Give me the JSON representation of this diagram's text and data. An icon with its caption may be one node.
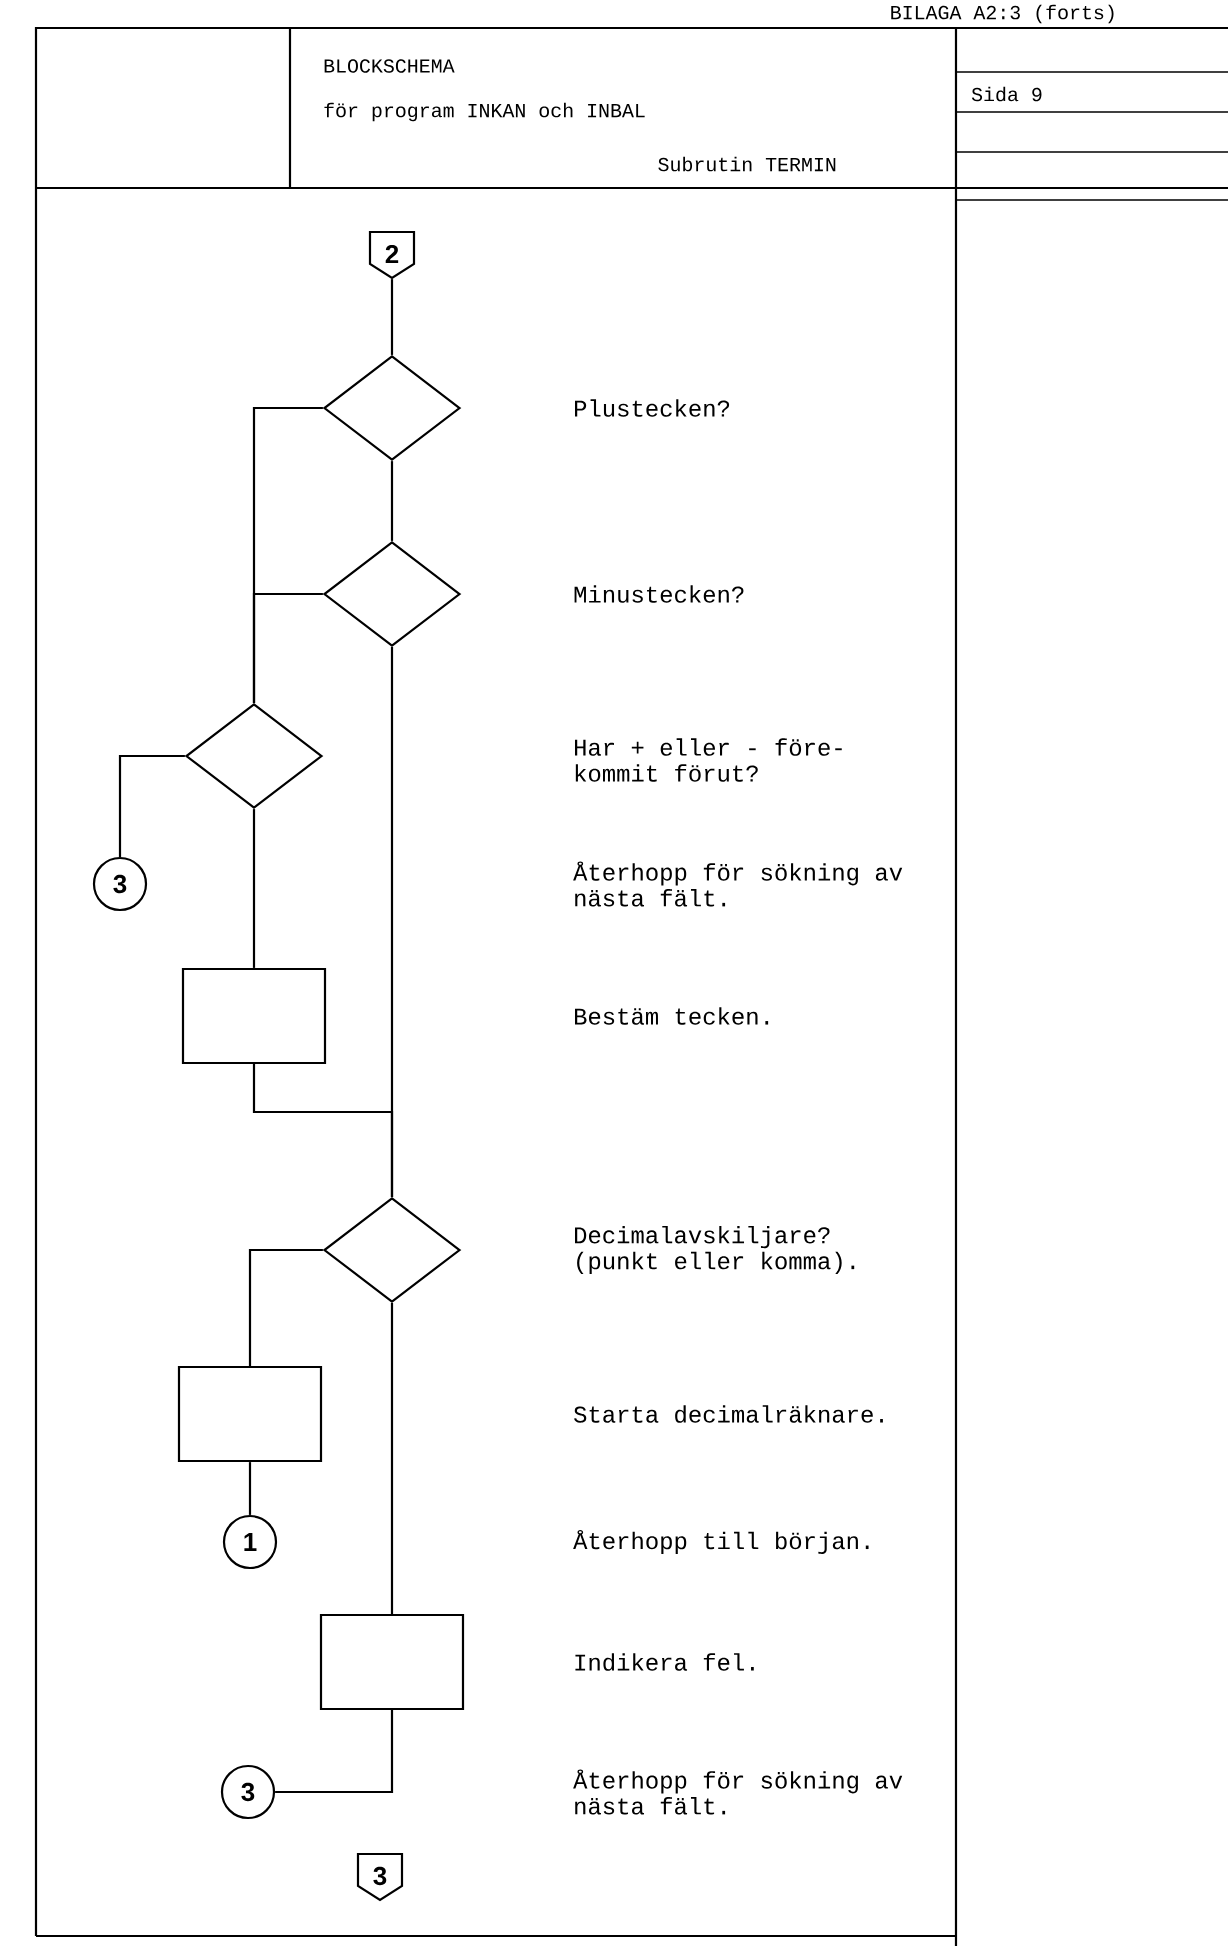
{
  "diagram": {
    "nodes": [
      {
        "text": [
          "2"
        ]
      },
      {
        "text": [],
        "shape": "diamond"
      },
      {
        "text": [],
        "shape": "diamond"
      },
      {
        "text": [],
        "shape": "diamond"
      },
      {
        "text": [
          "3"
        ]
      },
      {
        "text": [],
        "shape": "box"
      },
      {
        "text": [],
        "shape": "diamond"
      },
      {
        "text": [],
        "shape": "box"
      },
      {
        "text": [
          "1"
        ]
      },
      {
        "text": [],
        "shape": "box"
      },
      {
        "text": [
          "3"
        ]
      },
      {
        "text": [
          "3"
        ]
      }
    ],
    "edges": [
      {
        "from": 0,
        "to": 1,
        "arrow": "none"
      },
      {
        "from": 1,
        "to": 2,
        "arrow": "none"
      },
      {
        "from": 1,
        "to": 3,
        "arrow": "none"
      },
      {
        "from": 2,
        "to": 3,
        "arrow": "none"
      },
      {
        "from": 3,
        "to": 4,
        "arrow": "none"
      },
      {
        "from": 3,
        "to": 5,
        "arrow": "none"
      },
      {
        "from": 2,
        "to": 6,
        "arrow": "none"
      },
      {
        "from": 5,
        "to": 6,
        "arrow": "none"
      },
      {
        "from": 6,
        "to": 7,
        "arrow": "none"
      },
      {
        "from": 7,
        "to": 8,
        "arrow": "none"
      },
      {
        "from": 6,
        "to": 9,
        "arrow": "none"
      },
      {
        "from": 9,
        "to": 10,
        "arrow": "none"
      }
    ],
    "labels": [
      "BILAGA A2:3 (forts)",
      "BLOCKSCHEMA",
      "för program INKAN och INBAL",
      "Subrutin TERMIN",
      "Sida 9",
      "Plustecken?",
      "Minustecken?",
      "Har + eller - före- kommit förut?",
      "Återhopp för sökning av nästa fält.",
      "Bestäm tecken.",
      "Decimalavskiljare? (punkt eller komma).",
      "Starta decimalräknare.",
      "Återhopp till början.",
      "Indikera fel.",
      "Återhopp för sökning av nästa fält."
    ]
  }
}
